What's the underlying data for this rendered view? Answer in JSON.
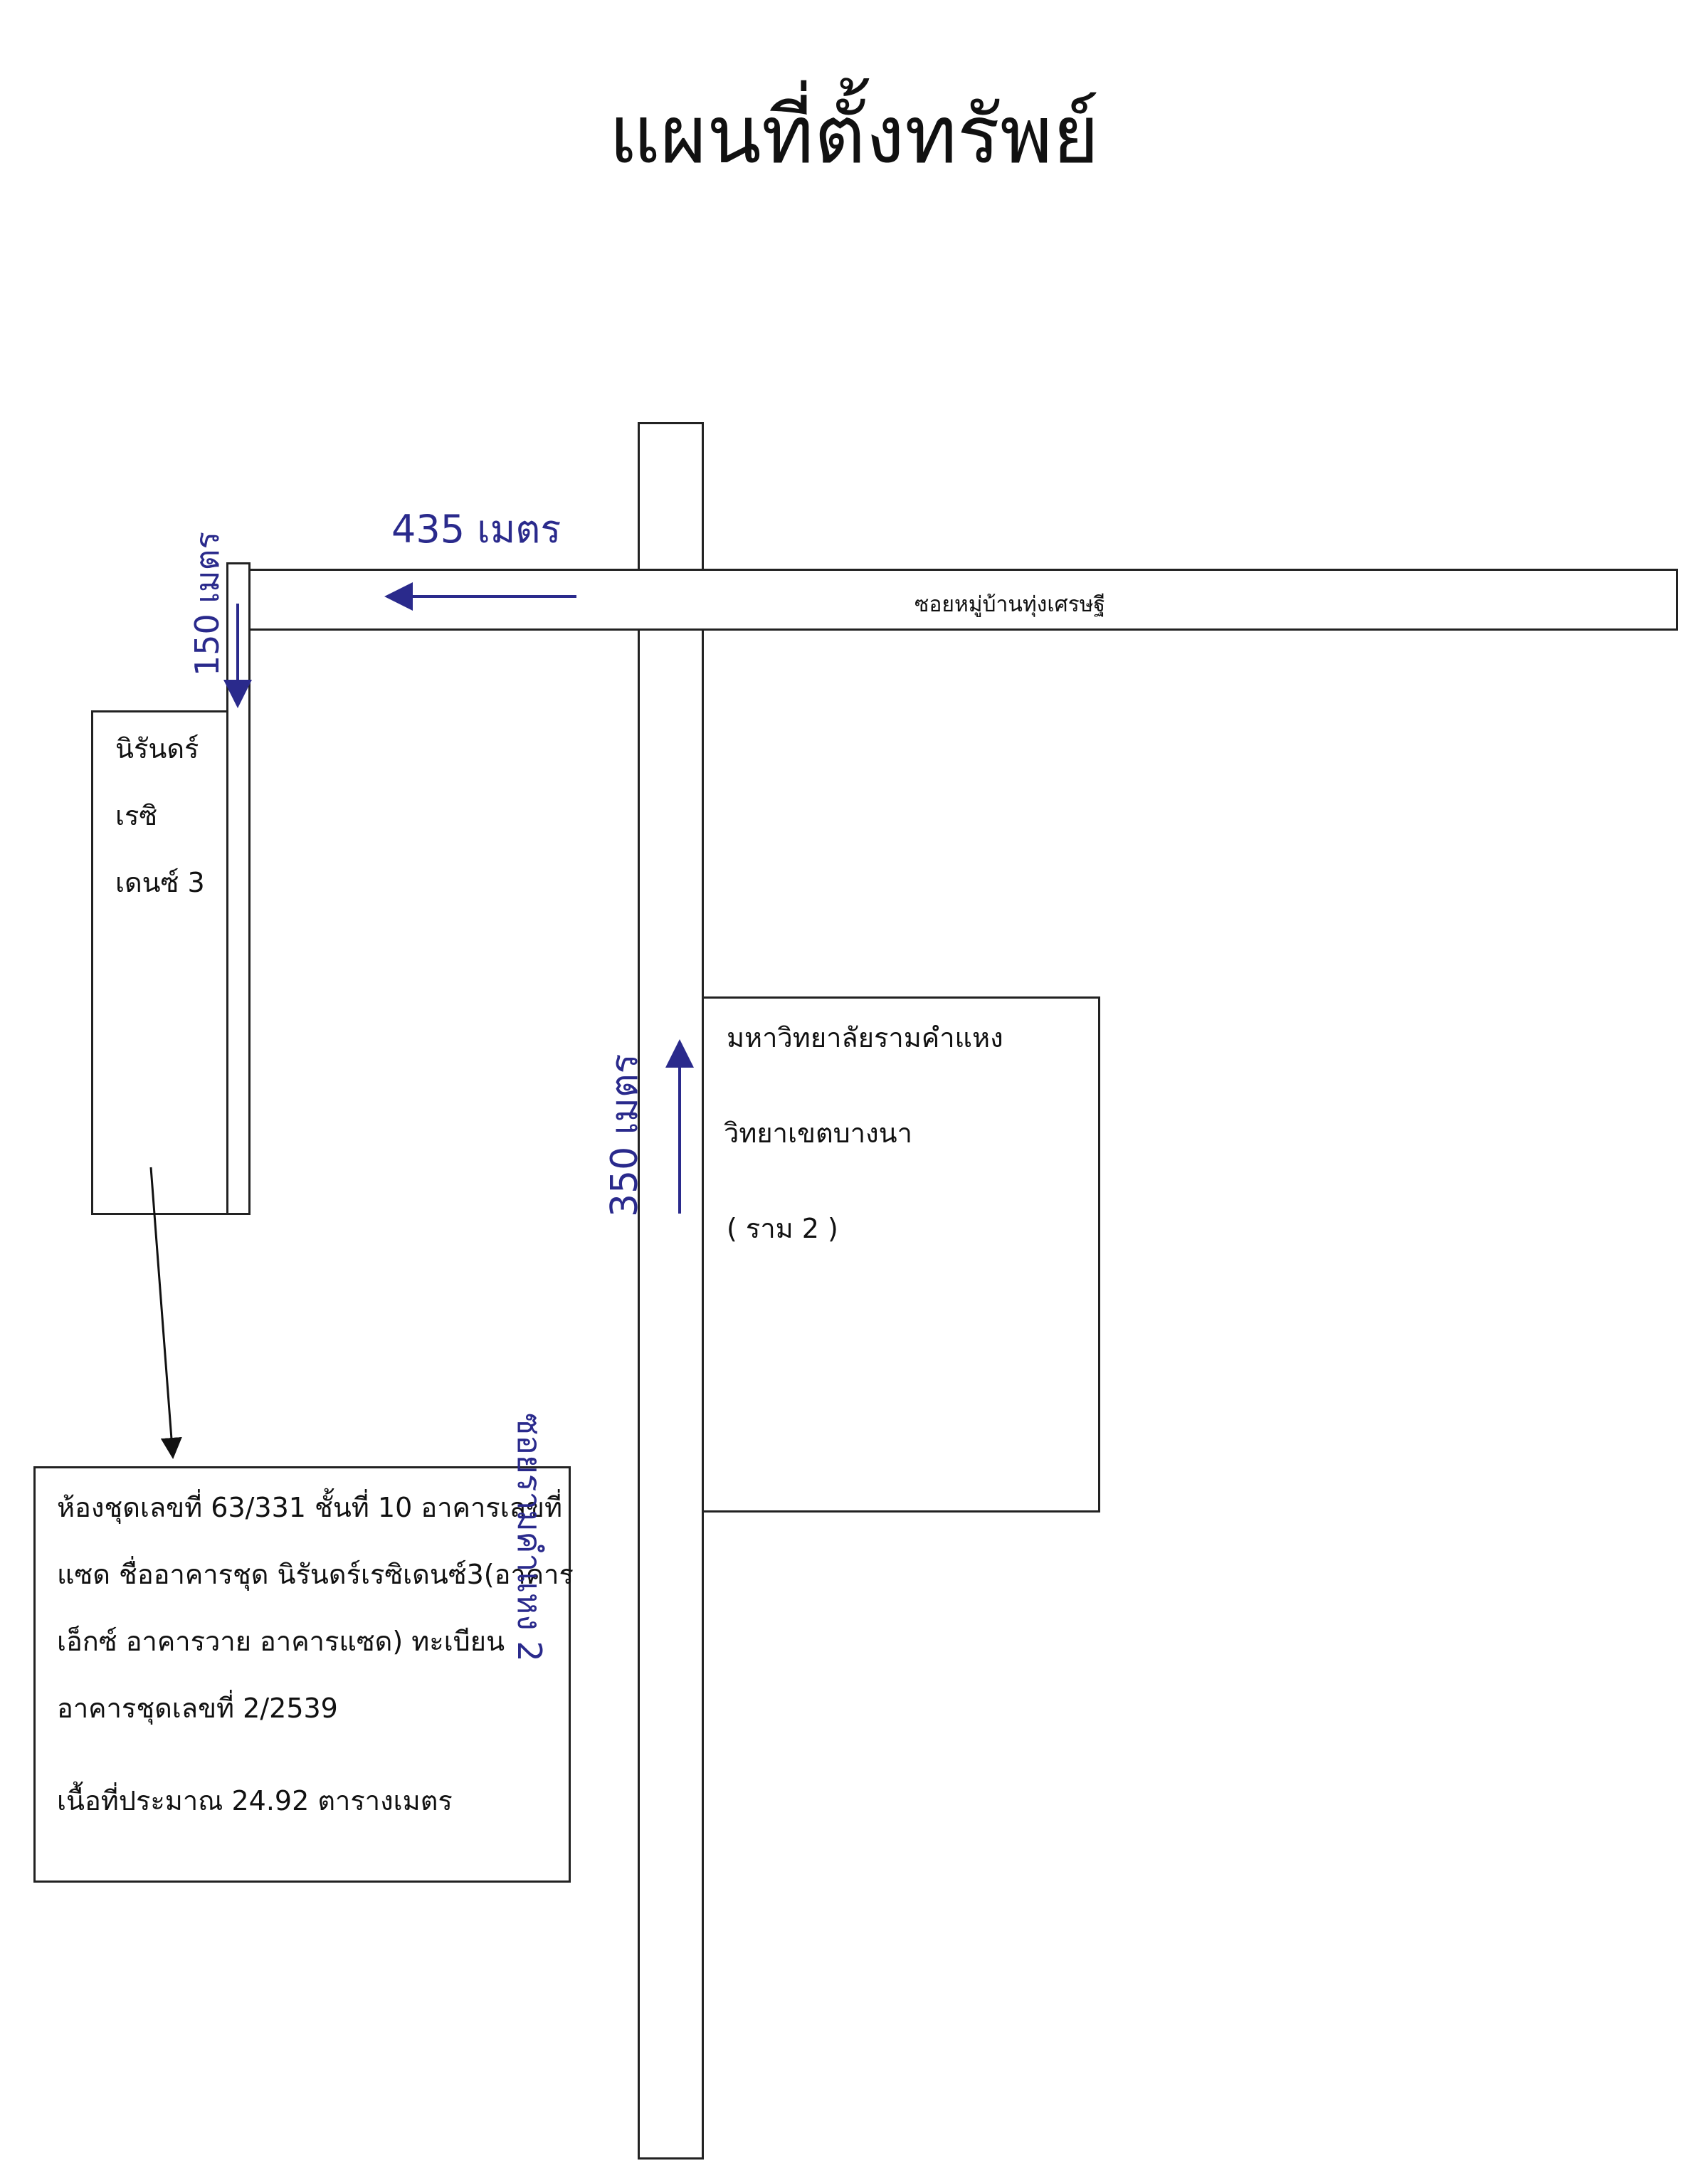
{
  "title": "แผนที่ตั้งทรัพย์",
  "roads": {
    "horizontal_road_label": "ซอยหมู่บ้านทุ่งเศรษฐี",
    "vertical_road_label": "ซอยรามคำแหง 2"
  },
  "distances": {
    "horizontal": "435 เมตร",
    "short_vertical": "150 เมตร",
    "main_vertical": "350 เมตร"
  },
  "condo_building": {
    "lines": [
      "นิรันดร์",
      "เรซิ",
      "เดนซ์ 3"
    ]
  },
  "university": {
    "lines": [
      "มหาวิทยาลัยรามคำแหง",
      "วิทยาเขตบางนา",
      "( ราม 2 )"
    ]
  },
  "property_info": {
    "lines": [
      "ห้องชุดเลขที่ 63/331 ชั้นที่ 10 อาคารเลขที่",
      "แซด ชื่ออาคารชุด นิรันดร์เรซิเดนซ์3(อาคาร",
      "เอ็กซ์ อาคารวาย อาคารแซด) ทะเบียน",
      "อาคารชุดเลขที่ 2/2539"
    ],
    "area_line": "เนื้อที่ประมาณ 24.92 ตารางเมตร"
  },
  "colors": {
    "ink": "#111111",
    "handwriting": "#2a2a8c",
    "road_outline": "#222222"
  }
}
